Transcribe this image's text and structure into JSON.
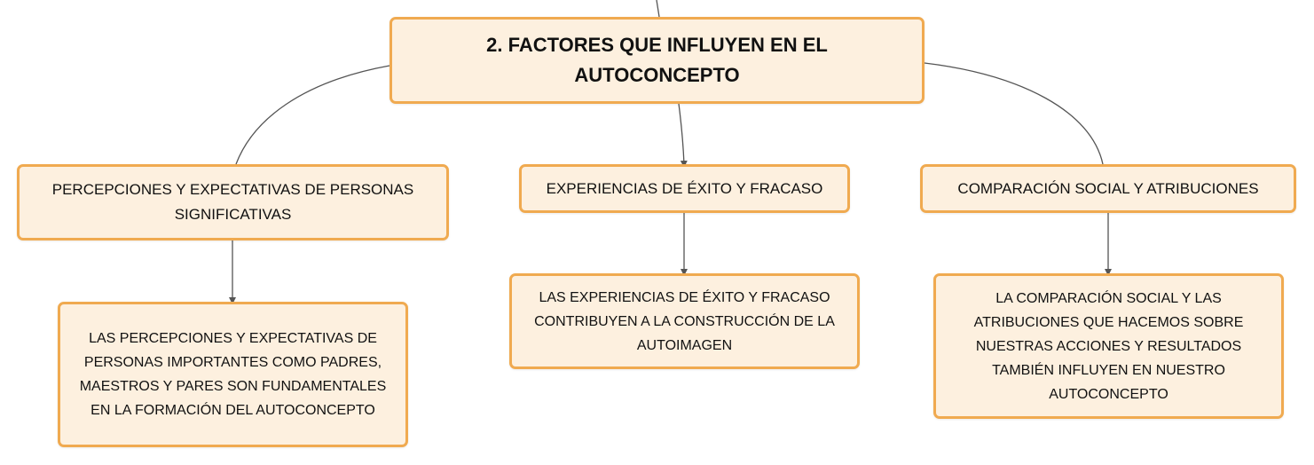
{
  "diagram": {
    "root": {
      "label": "2. FACTORES QUE INFLUYEN EN EL AUTOCONCEPTO"
    },
    "topics": [
      {
        "label": "PERCEPCIONES Y EXPECTATIVAS DE PERSONAS SIGNIFICATIVAS",
        "detail": "LAS PERCEPCIONES Y EXPECTATIVAS DE PERSONAS IMPORTANTES COMO PADRES, MAESTROS Y PARES SON FUNDAMENTALES EN LA FORMACIÓN DEL AUTOCONCEPTO"
      },
      {
        "label": "EXPERIENCIAS DE ÉXITO Y FRACASO",
        "detail": "LAS EXPERIENCIAS DE ÉXITO Y FRACASO CONTRIBUYEN A LA CONSTRUCCIÓN DE LA AUTOIMAGEN"
      },
      {
        "label": "COMPARACIÓN SOCIAL Y ATRIBUCIONES",
        "detail": "LA COMPARACIÓN SOCIAL Y LAS ATRIBUCIONES QUE HACEMOS SOBRE NUESTRAS ACCIONES Y RESULTADOS TAMBIÉN INFLUYEN EN NUESTRO AUTOCONCEPTO"
      }
    ],
    "colors": {
      "node_fill": "#fdf0df",
      "node_border": "#f0aa50",
      "connector": "#555555",
      "text": "#111111"
    }
  }
}
